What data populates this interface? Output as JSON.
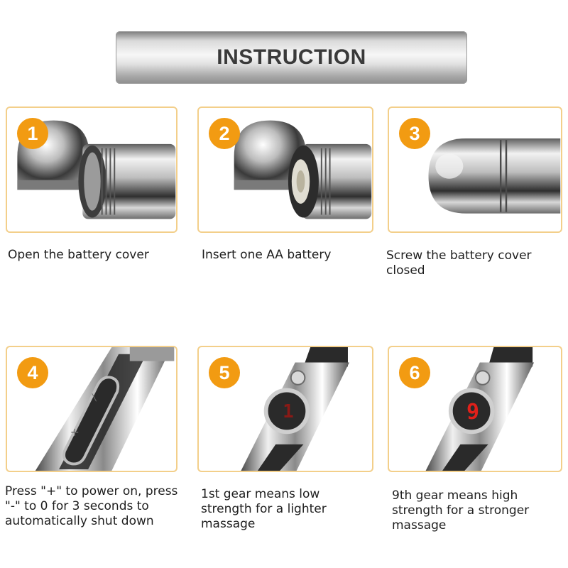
{
  "banner": {
    "title": "INSTRUCTION"
  },
  "steps": [
    {
      "number": "1",
      "caption": "Open the battery cover",
      "icon": "battery-cover-open-icon"
    },
    {
      "number": "2",
      "caption": "Insert one AA battery",
      "icon": "battery-insert-icon"
    },
    {
      "number": "3",
      "caption": "Screw the battery cover closed",
      "icon": "battery-cover-closed-icon"
    },
    {
      "number": "4",
      "caption": "Press \"+\" to power on, press \"-\" to 0 for 3 seconds to automatically shut down",
      "icon": "power-button-icon"
    },
    {
      "number": "5",
      "caption": "1st gear means low strength for a lighter massage",
      "icon": "gear-display-1-icon"
    },
    {
      "number": "6",
      "caption": "9th gear means high strength for a stronger massage",
      "icon": "gear-display-9-icon"
    }
  ],
  "displays": {
    "gear_low": "1",
    "gear_high": "9"
  },
  "colors": {
    "badge": "#f29b12",
    "card_border": "#f3cf8a",
    "display_red": "#e0201a"
  }
}
